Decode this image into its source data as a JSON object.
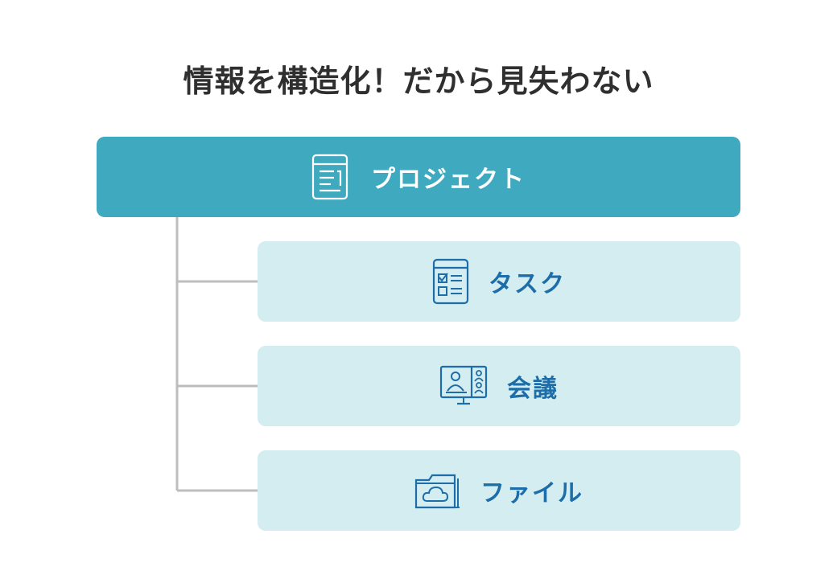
{
  "title": "情報を構造化！だから見失わない",
  "colors": {
    "parent_bg": "#3ea9bf",
    "parent_text": "#ffffff",
    "child_bg": "#d4edf1",
    "child_text": "#1d6ea8",
    "icon_stroke": "#1d6ea8",
    "connector": "#bdbdbd",
    "title_text": "#2f2f2f"
  },
  "parent": {
    "label": "プロジェクト",
    "icon": "document-icon"
  },
  "children": [
    {
      "label": "タスク",
      "icon": "checklist-icon"
    },
    {
      "label": "会議",
      "icon": "video-meeting-icon"
    },
    {
      "label": "ファイル",
      "icon": "cloud-folder-icon"
    }
  ]
}
